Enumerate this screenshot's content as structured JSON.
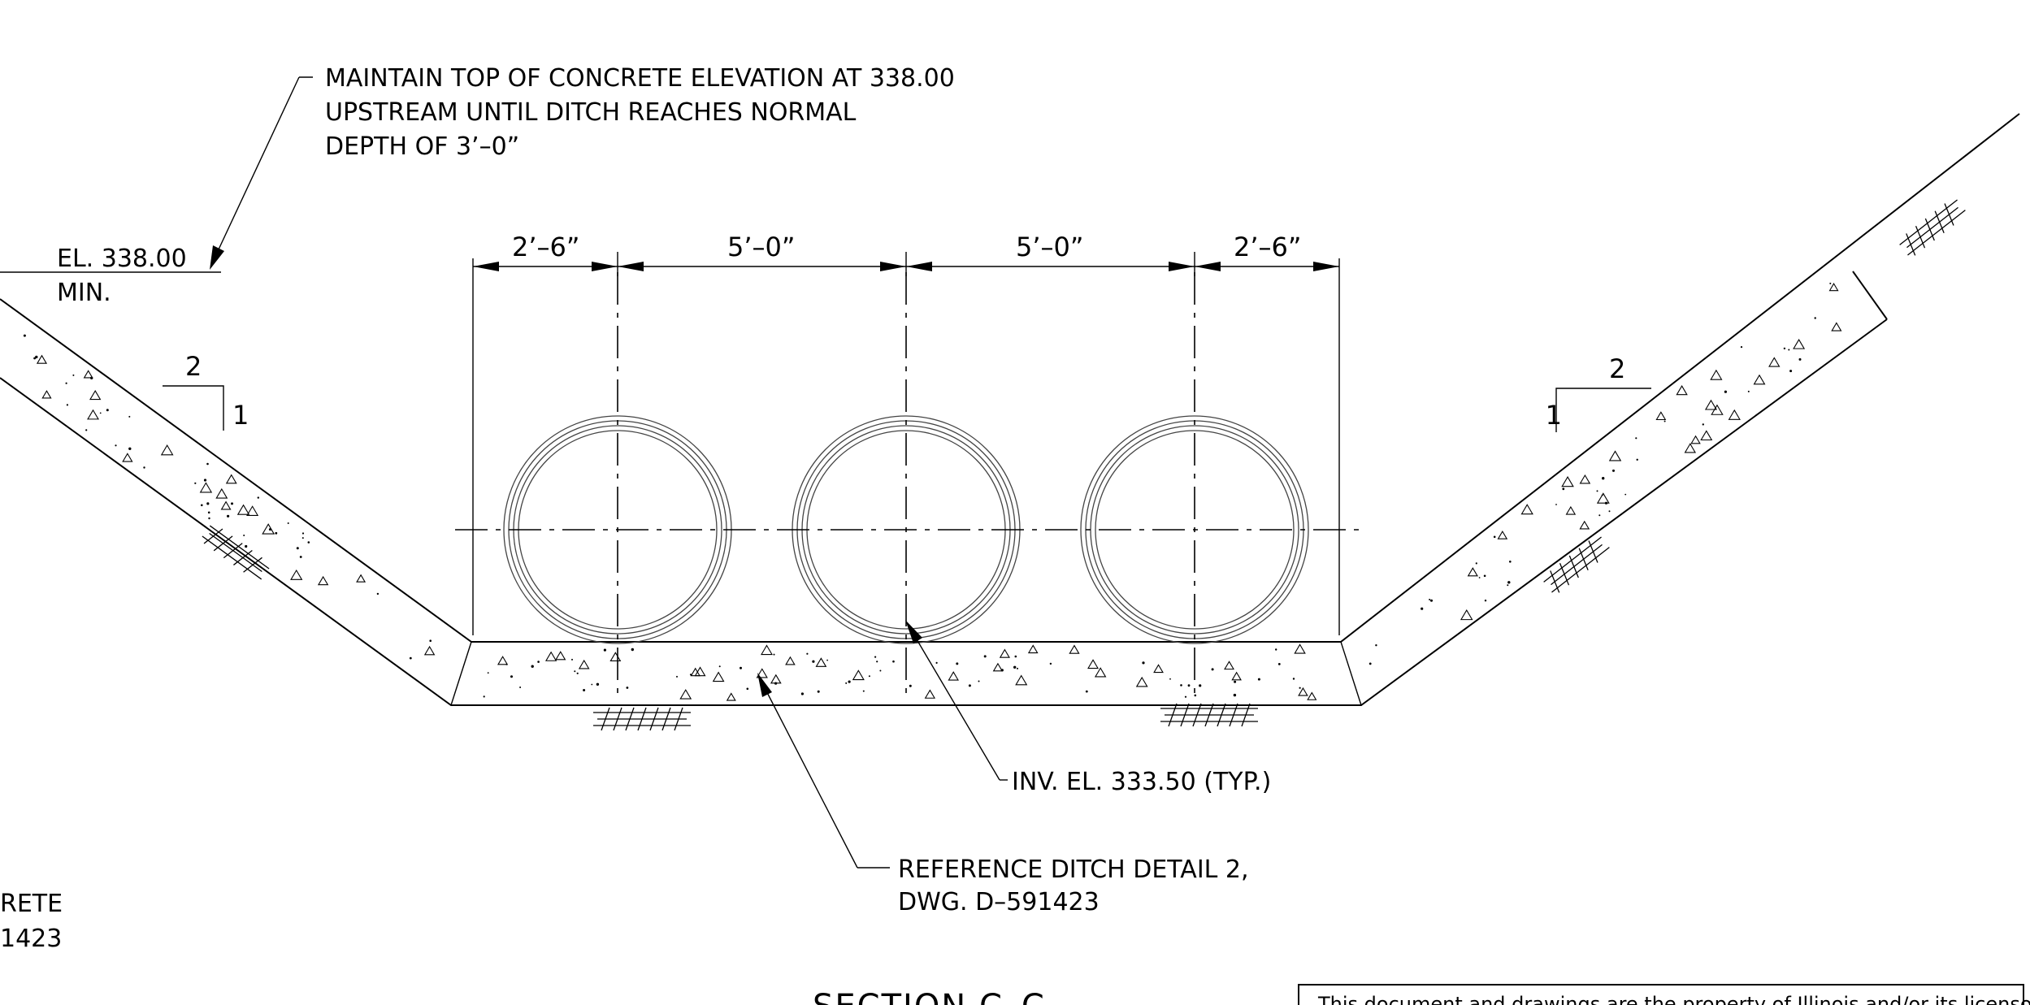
{
  "notes": {
    "top_line1": "MAINTAIN TOP OF CONCRETE ELEVATION AT 338.00",
    "top_line2": "UPSTREAM UNTIL DITCH REACHES NORMAL",
    "top_line3": "DEPTH OF 3’–0”",
    "el_line1": "EL. 338.00",
    "el_line2": "MIN.",
    "invert": "INV. EL. 333.50 (TYP.)",
    "ref_line1": "REFERENCE DITCH DETAIL 2,",
    "ref_line2": "DWG. D–591423",
    "left_partial_line1": "RETE",
    "left_partial_line2": "1423"
  },
  "dimensions": {
    "d1": "2’–6”",
    "d2": "5’–0”",
    "d3": "5’–0”",
    "d4": "2’–6”"
  },
  "slopes": {
    "left_run": "2",
    "left_rise": "1",
    "right_run": "2",
    "right_rise": "1"
  },
  "section_title": "SECTION C–C",
  "stamp_text": "This document and drawings are the property of Illinois and/or its licensors and"
}
